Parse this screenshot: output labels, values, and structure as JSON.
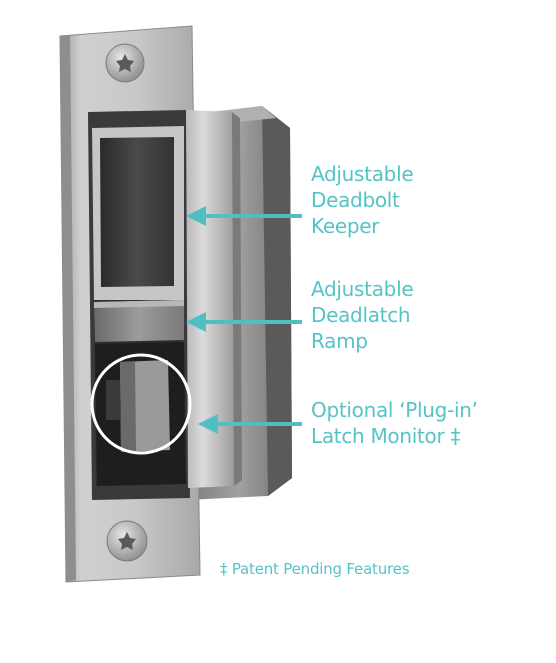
{
  "callouts": {
    "deadbolt_keeper": "Adjustable\nDeadbolt\nKeeper",
    "deadlatch_ramp": "Adjustable\nDeadlatch\nRamp",
    "latch_monitor": "Optional ‘Plug-in’\nLatch Monitor ‡"
  },
  "footnote": "‡ Patent Pending Features",
  "colors": {
    "accent": "#56c3c6",
    "arrow": "#4fbfc2",
    "steel_light": "#d4d4d4",
    "steel_dark": "#3e3e3e"
  },
  "icons": [
    "torx-screw-icon",
    "arrow-left-icon"
  ]
}
